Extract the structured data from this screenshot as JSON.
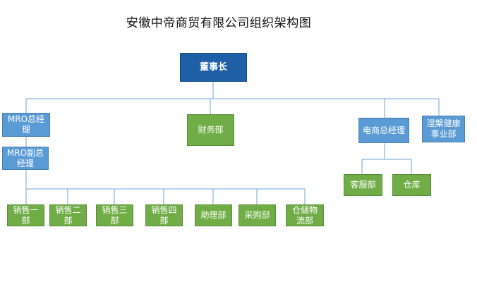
{
  "title": "安徽中帝商贸有限公司组织架构图",
  "nodes": {
    "chairman": "董事长",
    "mro_gm": "MRO总经理",
    "finance": "财务部",
    "ecom_gm": "电商总经理",
    "health": "涅槃健康事业部",
    "mro_dgm": "MRO副总经理",
    "customer_service": "客服部",
    "warehouse": "仓库",
    "sales1": "销售一部",
    "sales2": "销售二部",
    "sales3": "销售三部",
    "sales4": "销售四部",
    "assistant": "助理部",
    "purchasing": "采购部",
    "logistics": "仓储物流部"
  },
  "colors": {
    "dark": "#1f5fa6",
    "blue": "#5b9bd5",
    "green": "#70ad47",
    "line": "#9dc3e6"
  }
}
